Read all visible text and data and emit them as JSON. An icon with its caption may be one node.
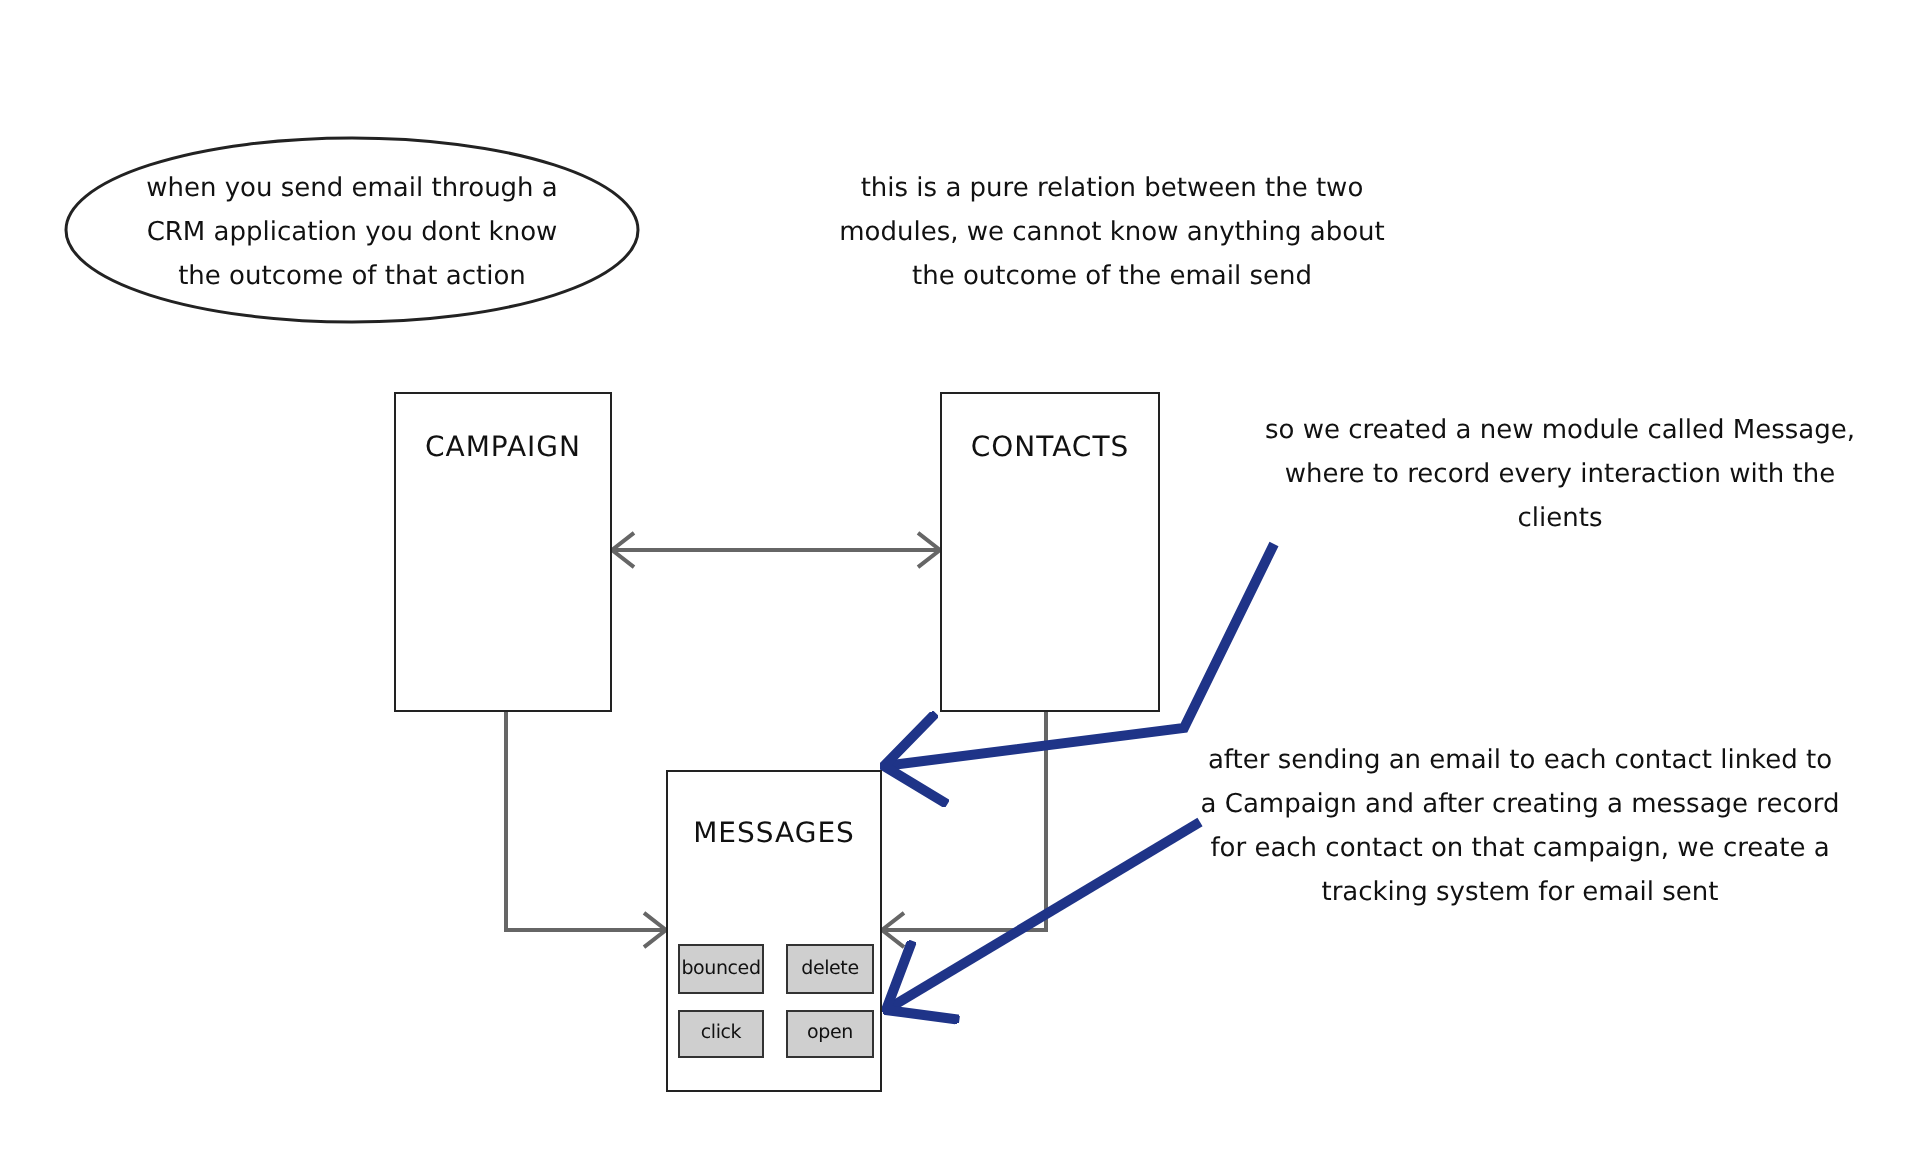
{
  "diagram": {
    "nodes": [
      {
        "text": [
          "when you send email through a CRM application you dont know the outcome of that action"
        ]
      },
      {
        "text": [
          "this is a pure relation between the two modules, we cannot know anything about the outcome of the email send"
        ]
      },
      {
        "text": [
          "CAMPAIGN"
        ]
      },
      {
        "text": [
          "CONTACTS"
        ]
      },
      {
        "text": [
          "MESSAGES"
        ]
      },
      {
        "text": [
          "bounced"
        ],
        "in": 4
      },
      {
        "text": [
          "delete"
        ],
        "in": 4
      },
      {
        "text": [
          "click"
        ],
        "in": 4
      },
      {
        "text": [
          "open"
        ],
        "in": 4
      },
      {
        "text": [
          "so we created a new module called Message, where to record every interaction with the clients"
        ]
      },
      {
        "text": [
          "after sending an email to each contact linked to a Campaign and after creating a message record for each contact on that campaign, we create a tracking system for email sent"
        ]
      }
    ],
    "edges": [
      {
        "from": 2,
        "to": 3,
        "arrow": "both"
      },
      {
        "from": 2,
        "to": 4,
        "arrow": "to"
      },
      {
        "from": 3,
        "to": 4,
        "arrow": "to"
      },
      {
        "from": 9,
        "to": 4,
        "arrow": "to",
        "style": "thick",
        "color": "#1f3488"
      },
      {
        "from": 10,
        "to": 4,
        "arrow": "to",
        "style": "thick",
        "color": "#1f3488"
      }
    ]
  }
}
